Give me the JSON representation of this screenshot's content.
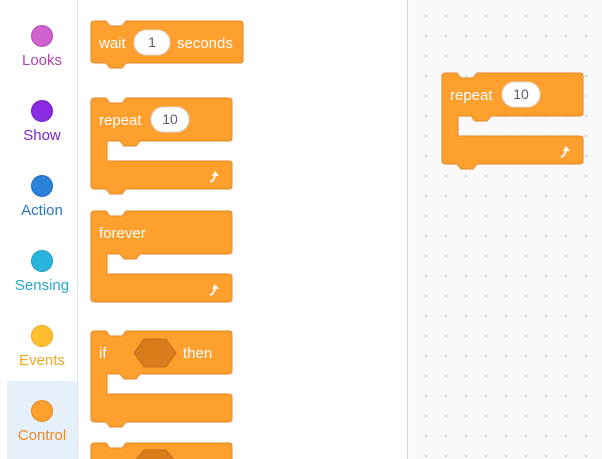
{
  "categories": [
    {
      "label": "Looks",
      "color": "#cf63cf"
    },
    {
      "label": "Show",
      "color": "#8a2be2"
    },
    {
      "label": "Action",
      "color": "#2b82d9"
    },
    {
      "label": "Sensing",
      "color": "#29b5de"
    },
    {
      "label": "Events",
      "color": "#ffbf2e"
    },
    {
      "label": "Control",
      "color": "#ff9f2e",
      "selected": true
    }
  ],
  "palette": {
    "wait": {
      "label": "wait",
      "value": "1",
      "suffix": "seconds"
    },
    "repeat": {
      "label": "repeat",
      "value": "10"
    },
    "forever": {
      "label": "forever"
    },
    "if_then": {
      "label": "if",
      "suffix": "then"
    }
  },
  "workspace": {
    "repeat": {
      "label": "repeat",
      "value": "10"
    }
  },
  "colors": {
    "control": "#ff9f2e",
    "control_dark": "#e08925",
    "condition_slot": "#d97c1c"
  }
}
